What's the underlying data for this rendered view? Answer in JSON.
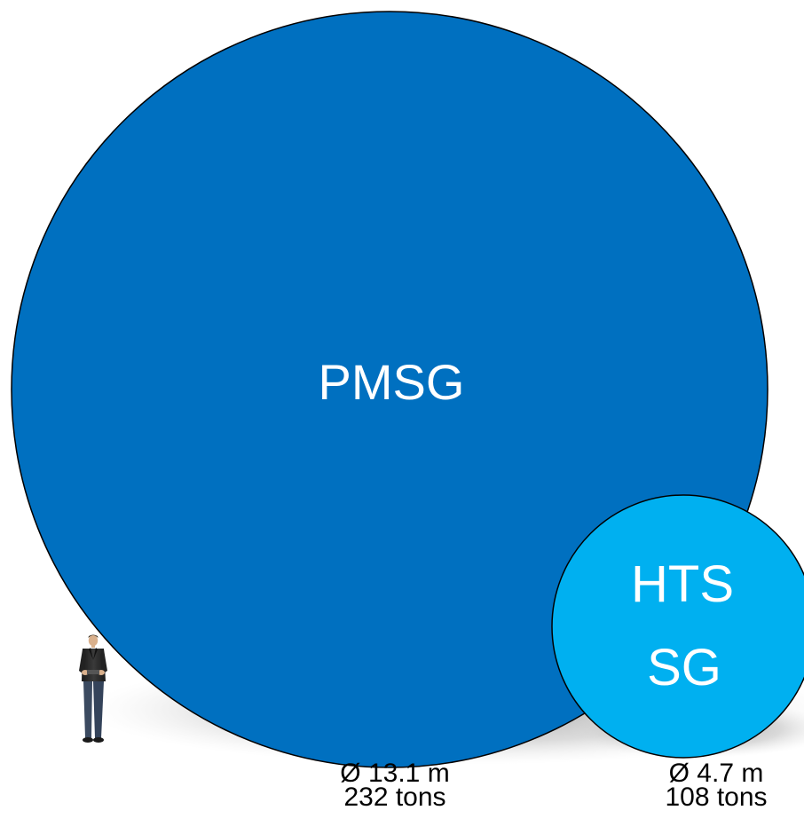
{
  "colors": {
    "pmsg_fill": "#0070C0",
    "hts_fill": "#00B0F0",
    "outline": "#000000",
    "shadow": "#c9c9c9",
    "label_text": "#ffffff"
  },
  "pmsg": {
    "label": "PMSG",
    "diameter": "Ø 13.1 m",
    "mass": "232 tons"
  },
  "hts": {
    "label_line1": "HTS",
    "label_line2": "SG",
    "diameter": "Ø 4.7 m",
    "mass": "108 tons"
  },
  "icons": {
    "person": "standing-businessman-silhouette"
  }
}
